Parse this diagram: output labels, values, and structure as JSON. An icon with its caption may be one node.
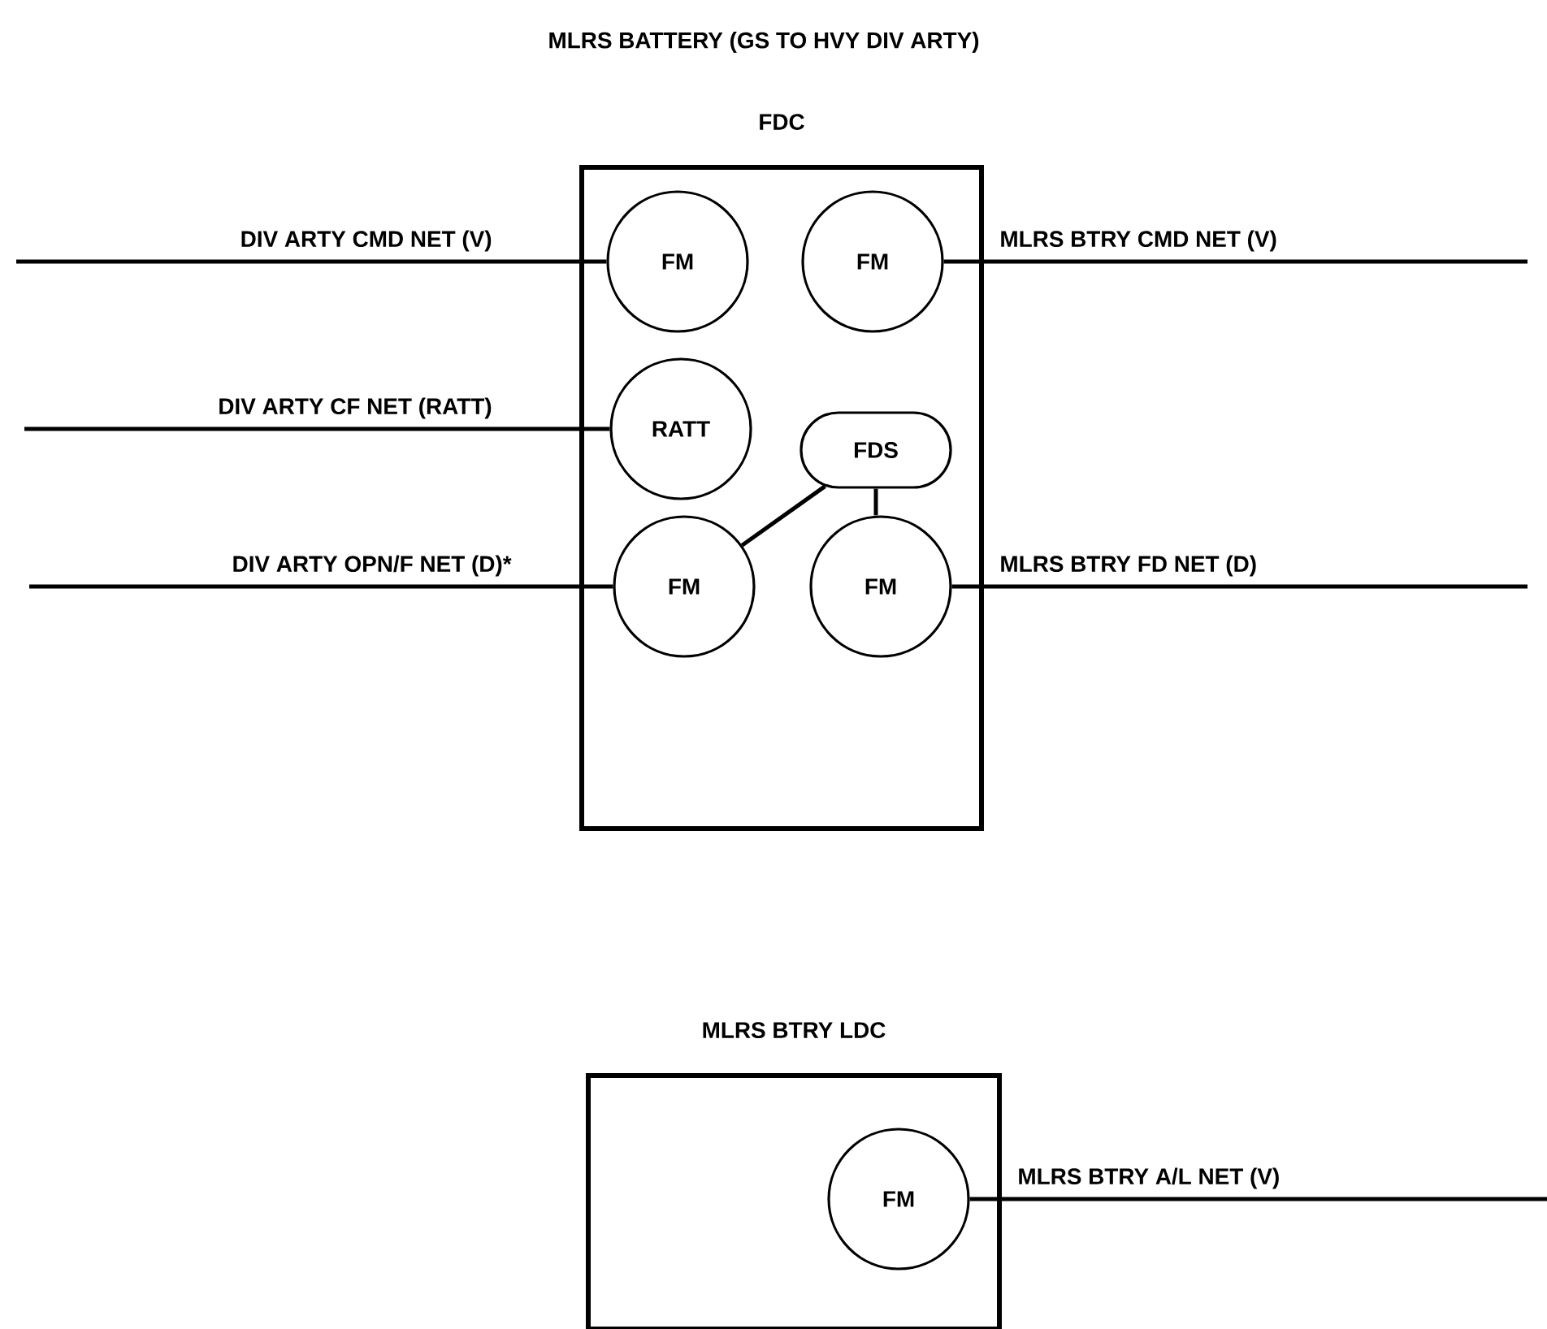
{
  "diagram": {
    "title": "MLRS BATTERY (GS TO HVY DIV ARTY)",
    "nodes": [
      {
        "text": [
          "FDC"
        ]
      },
      {
        "text": [
          "FM"
        ],
        "in": 0
      },
      {
        "text": [
          "FM"
        ],
        "in": 0
      },
      {
        "text": [
          "RATT"
        ],
        "in": 0
      },
      {
        "text": [
          "FDS"
        ],
        "in": 0
      },
      {
        "text": [
          "FM"
        ],
        "in": 0
      },
      {
        "text": [
          "FM"
        ],
        "in": 0
      },
      {
        "text": [
          "MLRS BTRY LDC"
        ]
      },
      {
        "text": [
          "FM"
        ],
        "in": 7
      }
    ],
    "edges": [
      {
        "from": null,
        "to": 1,
        "arrow": "none",
        "label": "DIV ARTY CMD NET (V)"
      },
      {
        "from": 2,
        "to": null,
        "arrow": "none",
        "label": "MLRS BTRY CMD NET (V)"
      },
      {
        "from": null,
        "to": 3,
        "arrow": "none",
        "label": "DIV ARTY CF NET (RATT)"
      },
      {
        "from": 5,
        "to": 4,
        "arrow": "none"
      },
      {
        "from": 4,
        "to": 6,
        "arrow": "none"
      },
      {
        "from": null,
        "to": 5,
        "arrow": "none",
        "label": "DIV ARTY OPN/F NET (D)*"
      },
      {
        "from": 6,
        "to": null,
        "arrow": "none",
        "label": "MLRS BTRY FD NET (D)"
      },
      {
        "from": 8,
        "to": null,
        "arrow": "none",
        "label": "MLRS BTRY A/L NET (V)"
      }
    ]
  }
}
